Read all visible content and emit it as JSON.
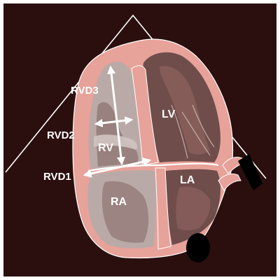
{
  "labels": {
    "rvd3": "RVD3",
    "rvd2": "RVD2",
    "rvd1": "RVD1",
    "rv": "RV",
    "lv": "LV",
    "la": "LA",
    "ra": "RA"
  },
  "colors": {
    "background": "#2b0f0f",
    "frame": "#ffffff",
    "wall": "#e7a29a",
    "wall_stroke": "#ffffff",
    "chamber_light": "#b9aaa7",
    "chamber_dark": "#6f4d4b",
    "muscle": "#7d5350",
    "pericardium_blob": "#000000",
    "arrows": "#ffffff"
  }
}
